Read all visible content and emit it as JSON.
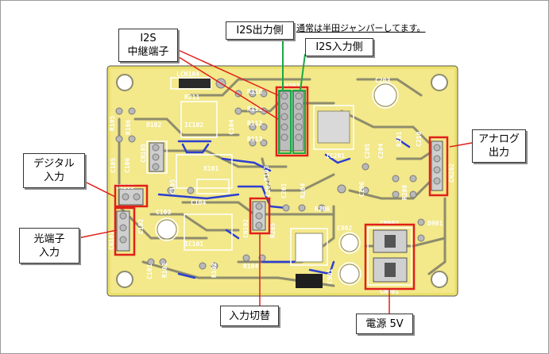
{
  "callouts": {
    "i2s_relay": [
      "I2S",
      "中継端子"
    ],
    "i2s_out": "I2S出力側",
    "i2s_in": "I2S入力側",
    "note": "通常は半田ジャンパーしてます。",
    "analog_out": [
      "アナログ",
      "出力"
    ],
    "digital_in": [
      "デジタル",
      "入力"
    ],
    "optical_in": [
      "光端子",
      "入力"
    ],
    "input_switch": "入力切替",
    "power": "電源 5V"
  },
  "silkscreen": {
    "lcn104": "LCN104",
    "r211": "R211",
    "r105": "R105",
    "r106": "R106",
    "d102": "D102",
    "ic102": "IC102",
    "c104a": "C104",
    "r110": "R110",
    "r111": "R111",
    "r112": "R112",
    "r113": "R113",
    "n203": "N203",
    "c203": "C203",
    "cn105": "CN105",
    "c105": "C105",
    "c106": "C106",
    "x101": "X101",
    "c105b": "C105",
    "ic201": "IC201",
    "c205": "C205",
    "c204": "C204",
    "r201": "R201",
    "c210": "C210",
    "cn202": "CN202",
    "cn103": "CN103",
    "c103": "C103",
    "c104": "C104",
    "c202": "C202",
    "c201": "C201",
    "r204": "R204",
    "c206": "C206",
    "r208": "R208",
    "cn101": "CN101",
    "c102": "C102",
    "ic101": "IC101",
    "cn102": "CN102",
    "r206": "R206",
    "r205": "R205",
    "c902": "C902",
    "cn902": "CN902",
    "d901": "D901",
    "c101": "C101",
    "r101": "R101",
    "r102": "R102",
    "r104": "R104",
    "ic901": "IC901",
    "c901": "C901",
    "cn901": "CN901",
    "r103": "R103"
  },
  "colors": {
    "board": "#f3e88a",
    "board_mask": "#ece06e",
    "trace_gray": "#8e8c6c",
    "trace_blue": "#2c3fd0",
    "pad": "#b9b9b9",
    "highlight_red": "#e0201a",
    "highlight_green": "#1aa847",
    "leader": "#e0201a"
  }
}
